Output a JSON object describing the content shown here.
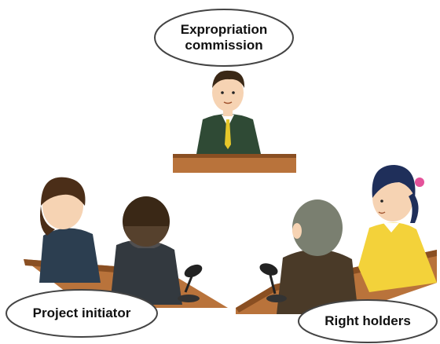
{
  "labels": {
    "top": "Expropriation commission",
    "left": "Project initiator",
    "right": "Right holders"
  },
  "colors": {
    "desk": "#b9733b",
    "desk_dark": "#8a4f22",
    "skin": "#f6d3b3",
    "suit_green": "#2f4a35",
    "suit_dark": "#33393f",
    "suit_navy": "#2c3e50",
    "hair_dark": "#3a2816",
    "hair_brown": "#4b2e18",
    "hair_gray": "#7a7f70",
    "shirt_brown": "#4a3a28",
    "cardigan_yellow": "#f3d23a",
    "tie_yellow": "#e6c72a",
    "bubble_fill": "#ffffff",
    "bubble_stroke": "#444444"
  },
  "icons": {
    "microphone": "microphone-icon"
  }
}
